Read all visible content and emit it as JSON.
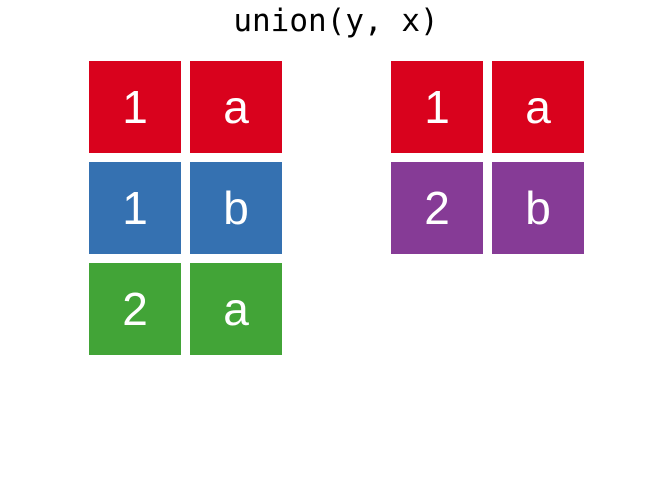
{
  "title": "union(y, x)",
  "background_color": "#ffffff",
  "title_color": "#000000",
  "cell_text_color": "#ffffff",
  "palette": {
    "red": "#D9021D",
    "blue": "#3571B1",
    "green": "#42A437",
    "purple": "#863B96"
  },
  "left_table": {
    "rows": [
      {
        "color_name": "red",
        "color": "#D9021D",
        "cells": [
          "1",
          "a"
        ]
      },
      {
        "color_name": "blue",
        "color": "#3571B1",
        "cells": [
          "1",
          "b"
        ]
      },
      {
        "color_name": "green",
        "color": "#42A437",
        "cells": [
          "2",
          "a"
        ]
      }
    ]
  },
  "right_table": {
    "rows": [
      {
        "color_name": "red",
        "color": "#D9021D",
        "cells": [
          "1",
          "a"
        ]
      },
      {
        "color_name": "purple",
        "color": "#863B96",
        "cells": [
          "2",
          "b"
        ]
      }
    ]
  }
}
